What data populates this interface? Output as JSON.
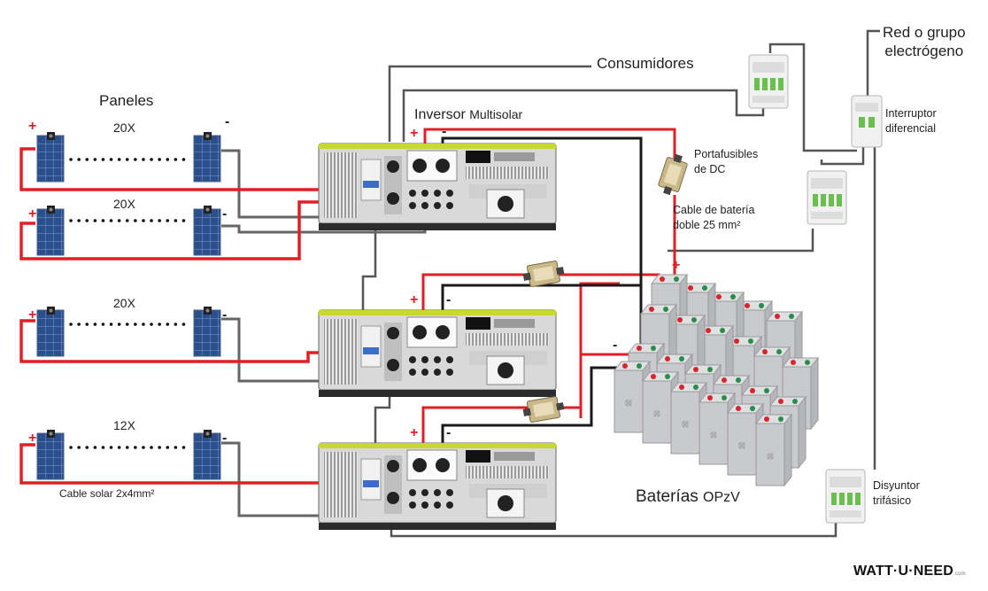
{
  "labels": {
    "consumers": "Consumidores",
    "grid": "Red o grupo\nelectrógeno",
    "panels_title": "Paneles",
    "inverter": "Inversor ",
    "inverter_model": "Multisolar",
    "breaker_diff": "Interruptor\ndiferencial",
    "fuse_holder": "Portafusibles\nde DC",
    "battery_cable": "Cable de batería\ndoble 25 mm²",
    "batteries": "Baterías ",
    "batteries_type": "OPzV",
    "solar_cable": "Cable solar 2x4mm²",
    "three_phase_breaker": "Disyuntor\ntrifásico",
    "brand": "WATT·U·NEED",
    "brand_suffix": ".com"
  },
  "strings": [
    {
      "count": "20X",
      "plus": "+",
      "minus": "-"
    },
    {
      "count": "20X",
      "plus": "+",
      "minus": "-"
    },
    {
      "count": "20X",
      "plus": "+",
      "minus": "-"
    },
    {
      "count": "12X",
      "plus": "+",
      "minus": "-"
    }
  ],
  "polarity": {
    "plus": "+",
    "minus": "-"
  },
  "colors": {
    "positive_wire": "#e21e26",
    "negative_wire": "#1a1a1a",
    "ac_wire": "#555555",
    "signal_wire": "#8a8a8a",
    "inverter_accent": "#c7d82e",
    "panel_blue": "#2a4f8c",
    "battery_gray": "#c9cacd"
  }
}
